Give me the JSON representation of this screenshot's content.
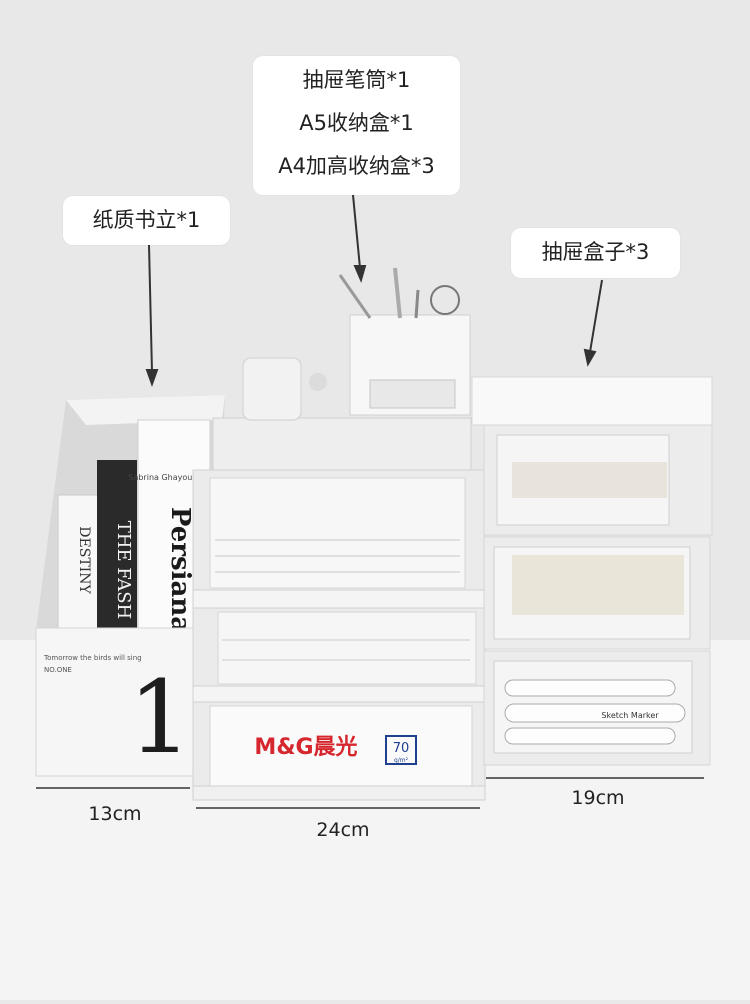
{
  "callouts": {
    "middle": [
      "抽屉笔筒*1",
      "A5收纳盒*1",
      "A4加高收纳盒*3"
    ],
    "left": "纸质书立*1",
    "right": "抽屉盒子*3"
  },
  "dimensions": {
    "left_width": "13cm",
    "middle_width": "24cm",
    "right_width": "19cm"
  },
  "books": {
    "holder_caption": "Tomorrow the birds will sing",
    "holder_subcaption": "NO.ONE",
    "holder_numeral": "1",
    "book1": "DESTINY",
    "book2": "THE FASH",
    "book3": "Persiana",
    "book3_author": "Sabrina Ghayour"
  },
  "products": {
    "paper_brand": "M&G晨光",
    "paper_weight": "70",
    "paper_unit": "g/m²",
    "marker_label": "Sketch Marker"
  },
  "colors": {
    "wall": "#e9e9e9",
    "table": "#f4f4f4",
    "white": "#ffffff",
    "brand_red": "#d6262e",
    "brand_blue": "#1f3f8f"
  }
}
